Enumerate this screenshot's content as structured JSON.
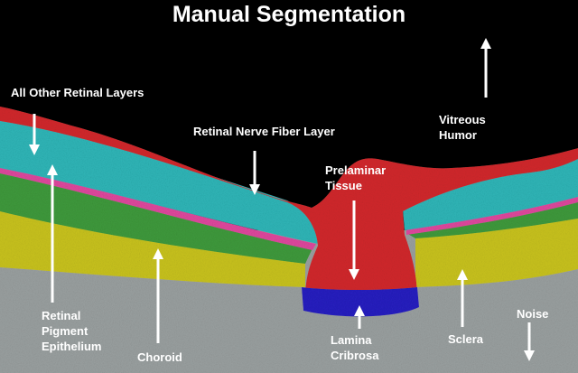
{
  "title": "Manual Segmentation",
  "labels": {
    "all_other_layers": "All Other Retinal Layers",
    "rnfl": "Retinal Nerve Fiber Layer",
    "vitreous": "Vitreous\nHumor",
    "prelaminar": "Prelaminar\nTissue",
    "rpe": "Retinal\nPigment\nEpithelium",
    "choroid": "Choroid",
    "lamina": "Lamina\nCribrosa",
    "sclera": "Sclera",
    "noise": "Noise"
  },
  "colors": {
    "background": "#000000",
    "rnfl_prelaminar": "#d2282c",
    "other_layers": "#2fb6b8",
    "rpe": "#e0489e",
    "choroid": "#3f9a3c",
    "sclera": "#c9c31e",
    "lamina": "#2620c0",
    "noise": "#9aa0a0",
    "text": "#ffffff"
  }
}
